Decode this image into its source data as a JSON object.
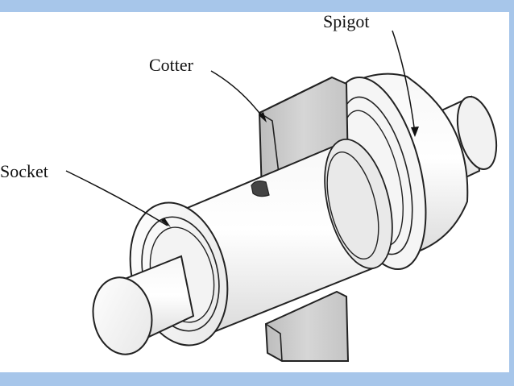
{
  "labels": {
    "spigot": "Spigot",
    "cotter": "Cotter",
    "socket": "Socket"
  },
  "colors": {
    "border_band": "#a7c6ea",
    "outline": "#222222",
    "face": "#f4f4f4",
    "shade": "#cfcfcf"
  }
}
